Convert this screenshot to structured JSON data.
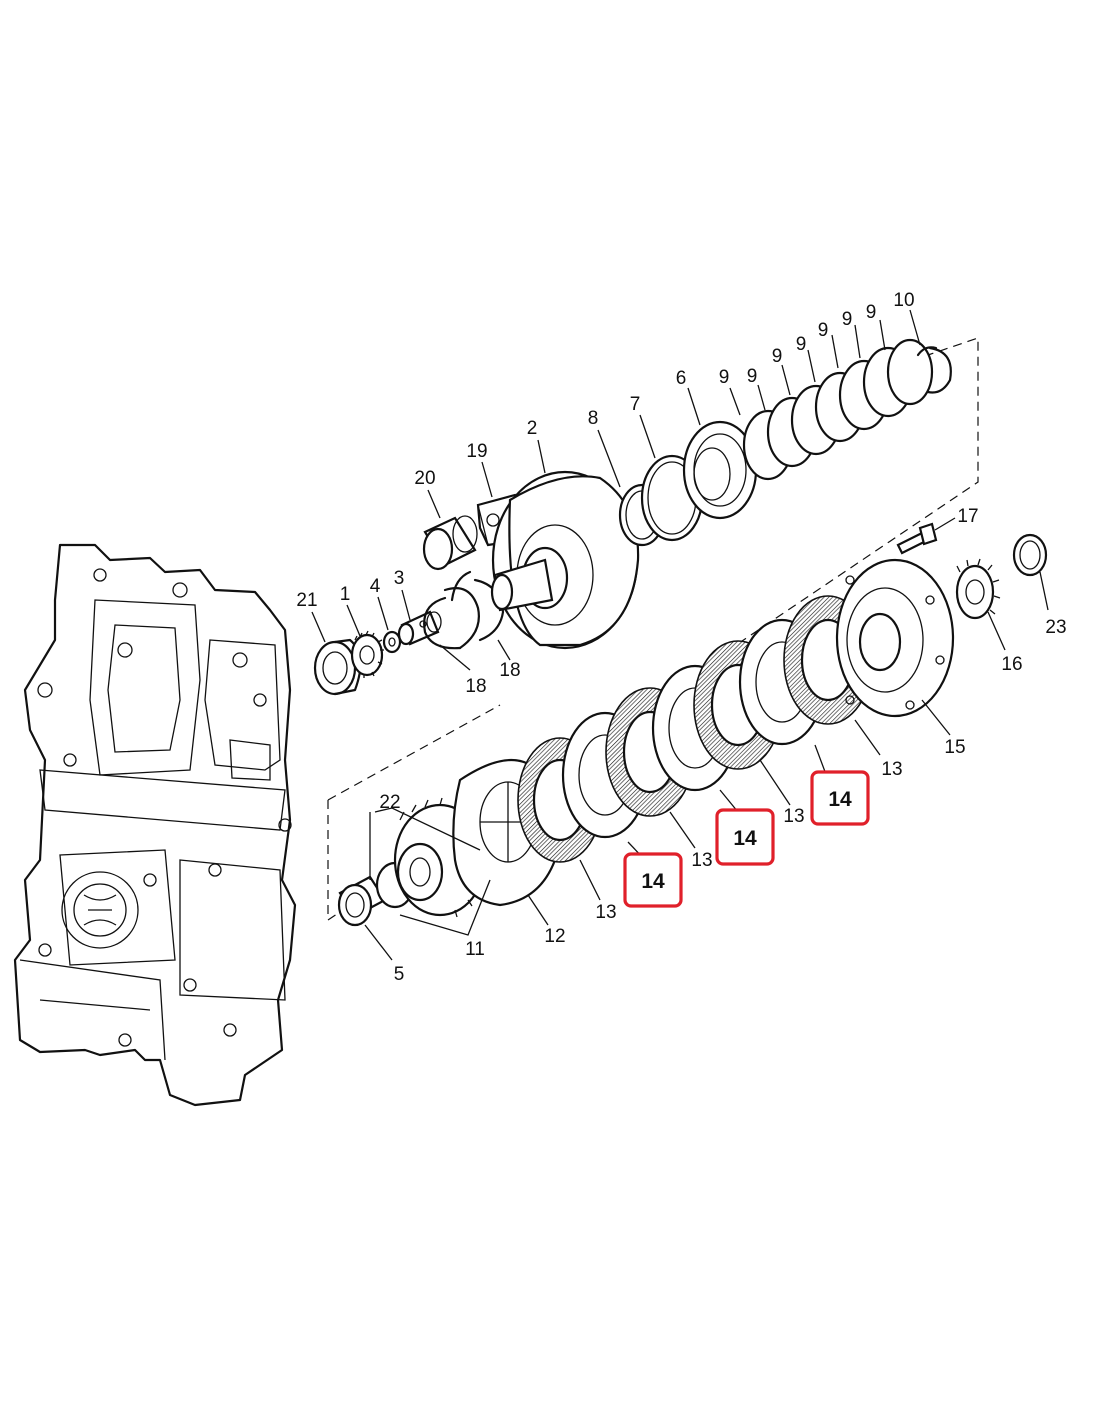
{
  "callouts": [
    {
      "id": "c10",
      "label": "10"
    },
    {
      "id": "c9a",
      "label": "9"
    },
    {
      "id": "c9b",
      "label": "9"
    },
    {
      "id": "c9c",
      "label": "9"
    },
    {
      "id": "c9d",
      "label": "9"
    },
    {
      "id": "c9e",
      "label": "9"
    },
    {
      "id": "c9f",
      "label": "9"
    },
    {
      "id": "c9g",
      "label": "9"
    },
    {
      "id": "c6",
      "label": "6"
    },
    {
      "id": "c7",
      "label": "7"
    },
    {
      "id": "c8",
      "label": "8"
    },
    {
      "id": "c2",
      "label": "2"
    },
    {
      "id": "c19",
      "label": "19"
    },
    {
      "id": "c20",
      "label": "20"
    },
    {
      "id": "c17",
      "label": "17"
    },
    {
      "id": "c23",
      "label": "23"
    },
    {
      "id": "c16",
      "label": "16"
    },
    {
      "id": "c15",
      "label": "15"
    },
    {
      "id": "c21",
      "label": "21"
    },
    {
      "id": "c1",
      "label": "1"
    },
    {
      "id": "c4",
      "label": "4"
    },
    {
      "id": "c3",
      "label": "3"
    },
    {
      "id": "c18a",
      "label": "18"
    },
    {
      "id": "c18b",
      "label": "18"
    },
    {
      "id": "c22",
      "label": "22"
    },
    {
      "id": "c5",
      "label": "5"
    },
    {
      "id": "c11",
      "label": "11"
    },
    {
      "id": "c12",
      "label": "12"
    },
    {
      "id": "c13a",
      "label": "13"
    },
    {
      "id": "c13b",
      "label": "13"
    },
    {
      "id": "c13c",
      "label": "13"
    },
    {
      "id": "c13d",
      "label": "13"
    }
  ],
  "highlighted_callouts": [
    {
      "id": "h1",
      "label": "14"
    },
    {
      "id": "h2",
      "label": "14"
    },
    {
      "id": "h3",
      "label": "14"
    }
  ],
  "colors": {
    "line": "#111111",
    "highlight": "#e0202a",
    "background": "#ffffff"
  }
}
